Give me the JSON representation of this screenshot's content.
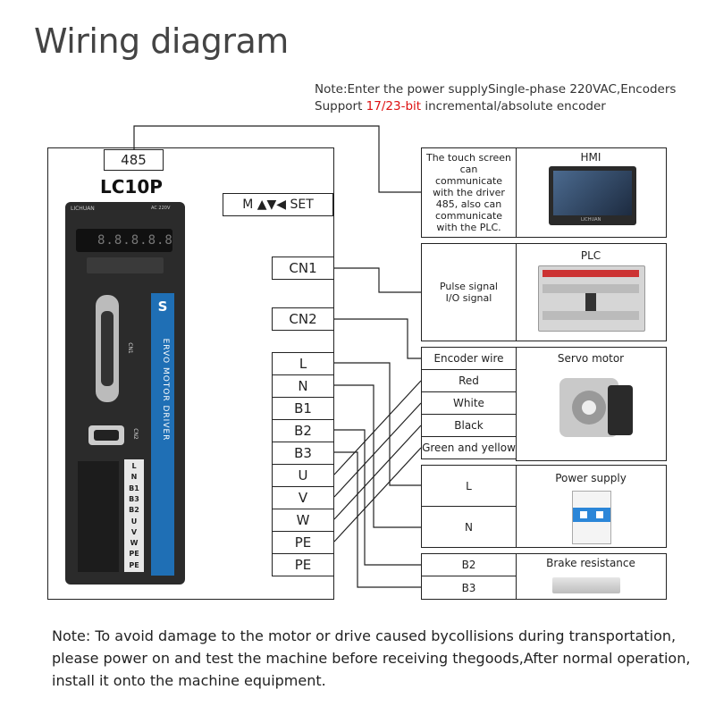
{
  "title": "Wiring diagram",
  "note_top": {
    "line1": "Note:Enter the power supplySingle-phase 220VAC,Encoders",
    "line2_pre": "Support ",
    "line2_red": "17/23-bit",
    "line2_post": " incremental/absolute encoder"
  },
  "driver": {
    "port_485": "485",
    "model": "LC10P",
    "keys": "M ▲▼◀ SET",
    "cn1": "CN1",
    "cn2": "CN2",
    "terminals": [
      "L",
      "N",
      "B1",
      "B2",
      "B3",
      "U",
      "V",
      "W",
      "PE",
      "PE"
    ],
    "device_side_text": "ERVO MOTOR DRIVER",
    "device_s": "S",
    "device_brand": "LICHUAN",
    "device_ac": "AC 220V",
    "device_cn1": "CN1",
    "device_cn2": "CN2",
    "device_display": "8.8.8.8.8",
    "device_terms": [
      "L",
      "N",
      "B1",
      "B3",
      "B2",
      "U",
      "V",
      "W",
      "PE",
      "PE"
    ]
  },
  "hmi": {
    "title": "HMI",
    "text": "The touch screen can communicate with the driver 485, also can communicate with the PLC.",
    "brand": "LICHUAN"
  },
  "plc": {
    "title": "PLC",
    "text_line1": "Pulse signal",
    "text_line2": "I/O signal"
  },
  "motor": {
    "title": "Servo motor",
    "wires": [
      "Encoder wire",
      "Red",
      "White",
      "Black",
      "Green and yellow"
    ]
  },
  "power": {
    "title": "Power supply",
    "l": "L",
    "n": "N"
  },
  "brake": {
    "title": "Brake resistance",
    "b2": "B2",
    "b3": "B3"
  },
  "note_bottom": {
    "line1": "Note: To avoid damage to the motor or drive caused bycollisions during transportation,",
    "line2": "please power on and test the machine before receiving thegoods,After normal operation,",
    "line3": "install it onto the machine equipment."
  },
  "colors": {
    "driver_blue": "#1f6fb5",
    "driver_body": "#2b2b2b",
    "red_text": "#dd1111"
  }
}
